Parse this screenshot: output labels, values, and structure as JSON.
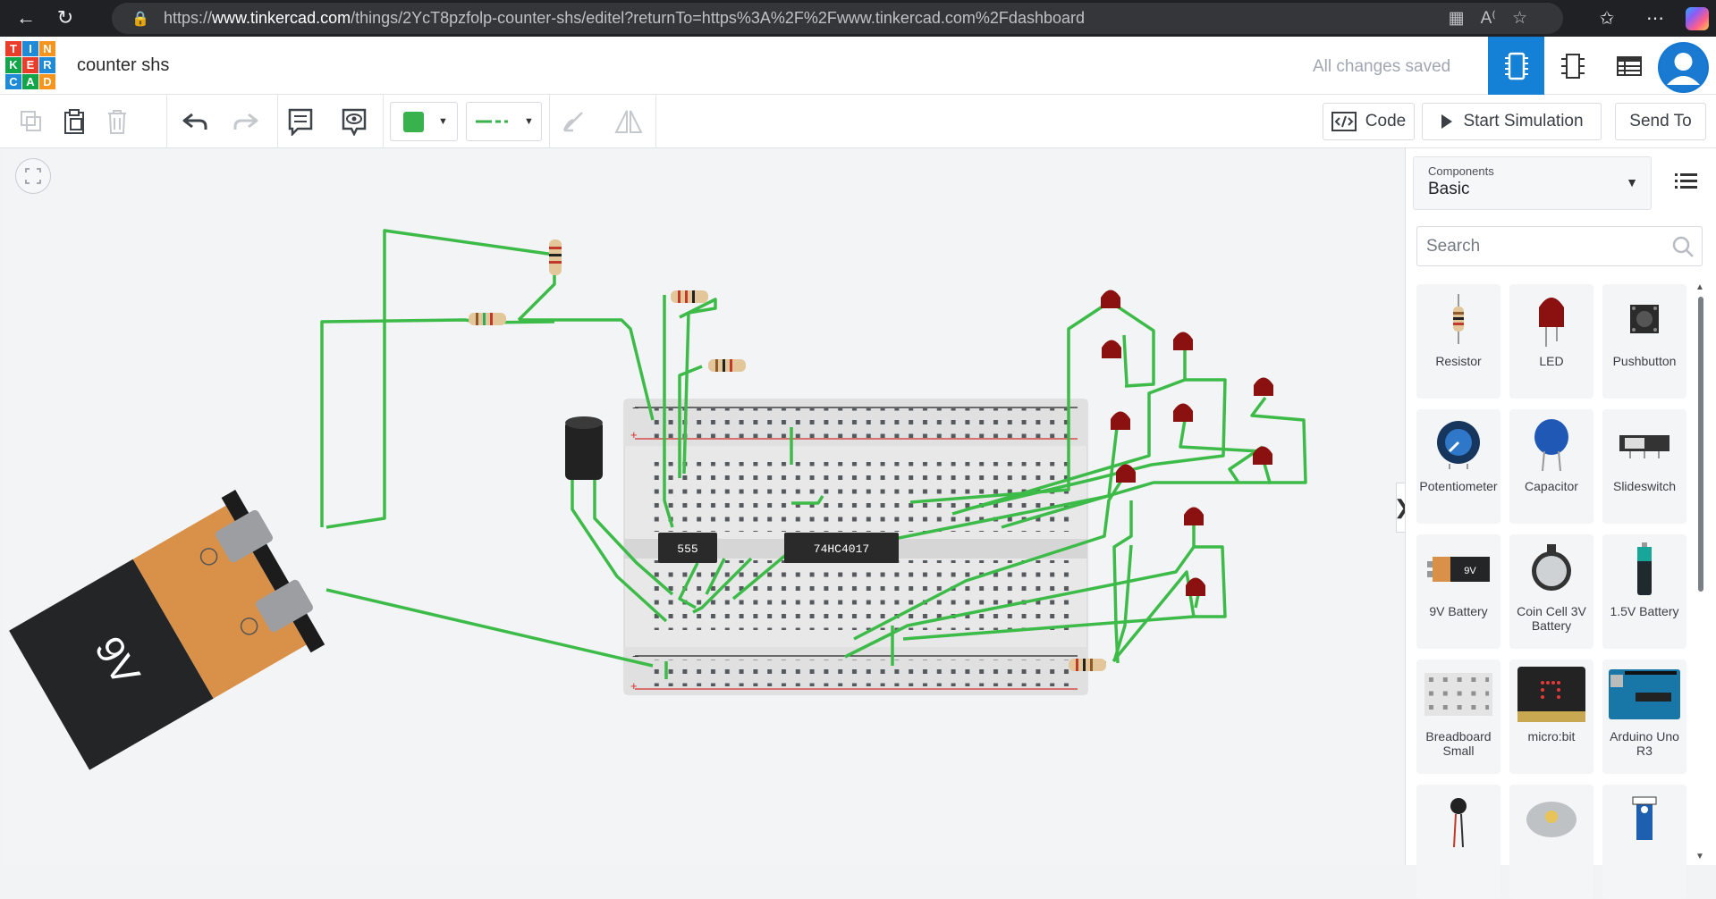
{
  "browser": {
    "url_prefix": "https://",
    "url_host": "www.tinkercad.com",
    "url_path": "/things/2YcT8pzfolp-counter-shs/editel?returnTo=https%3A%2F%2Fwww.tinkercad.com%2Fdashboard"
  },
  "header": {
    "logo_letters": [
      "T",
      "I",
      "N",
      "K",
      "E",
      "R",
      "C",
      "A",
      "D"
    ],
    "doc_title": "counter shs",
    "save_status": "All changes saved"
  },
  "toolbar": {
    "color_swatch": "#37b24d",
    "code_label": "Code",
    "start_sim_label": "Start Simulation",
    "send_to_label": "Send To"
  },
  "circuit": {
    "battery_label": "9V",
    "chip1_label": "555",
    "chip2_label": "74HC4017",
    "wire_color": "#3dbb48"
  },
  "panel": {
    "components_label": "Components",
    "components_value": "Basic",
    "search_placeholder": "Search",
    "items": [
      {
        "label": "Resistor",
        "icon": "resistor-icon"
      },
      {
        "label": "LED",
        "icon": "led-icon"
      },
      {
        "label": "Pushbutton",
        "icon": "pushbutton-icon"
      },
      {
        "label": "Potentiometer",
        "icon": "potentiometer-icon"
      },
      {
        "label": "Capacitor",
        "icon": "capacitor-icon"
      },
      {
        "label": "Slideswitch",
        "icon": "slideswitch-icon"
      },
      {
        "label": "9V Battery",
        "icon": "battery-9v-icon"
      },
      {
        "label": "Coin Cell 3V Battery",
        "icon": "coin-cell-icon"
      },
      {
        "label": "1.5V Battery",
        "icon": "battery-aa-icon"
      },
      {
        "label": "Breadboard Small",
        "icon": "breadboard-icon"
      },
      {
        "label": "micro:bit",
        "icon": "microbit-icon"
      },
      {
        "label": "Arduino Uno R3",
        "icon": "arduino-icon"
      },
      {
        "label": "",
        "icon": "vibration-motor-icon"
      },
      {
        "label": "",
        "icon": "dc-motor-icon"
      },
      {
        "label": "",
        "icon": "servo-icon"
      }
    ]
  }
}
